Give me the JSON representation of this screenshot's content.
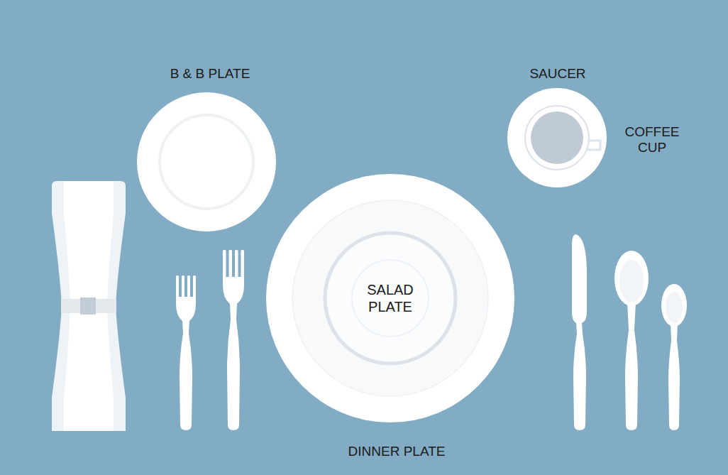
{
  "diagram": {
    "nodes": [
      {
        "text": [
          "B & B PLATE"
        ]
      },
      {
        "text": [
          "SAUCER"
        ]
      },
      {
        "text": [
          "COFFEE CUP"
        ],
        "in": 1
      },
      {
        "text": [
          "DINNER PLATE"
        ]
      },
      {
        "text": [
          "SALAD PLATE"
        ],
        "in": 3
      }
    ]
  }
}
